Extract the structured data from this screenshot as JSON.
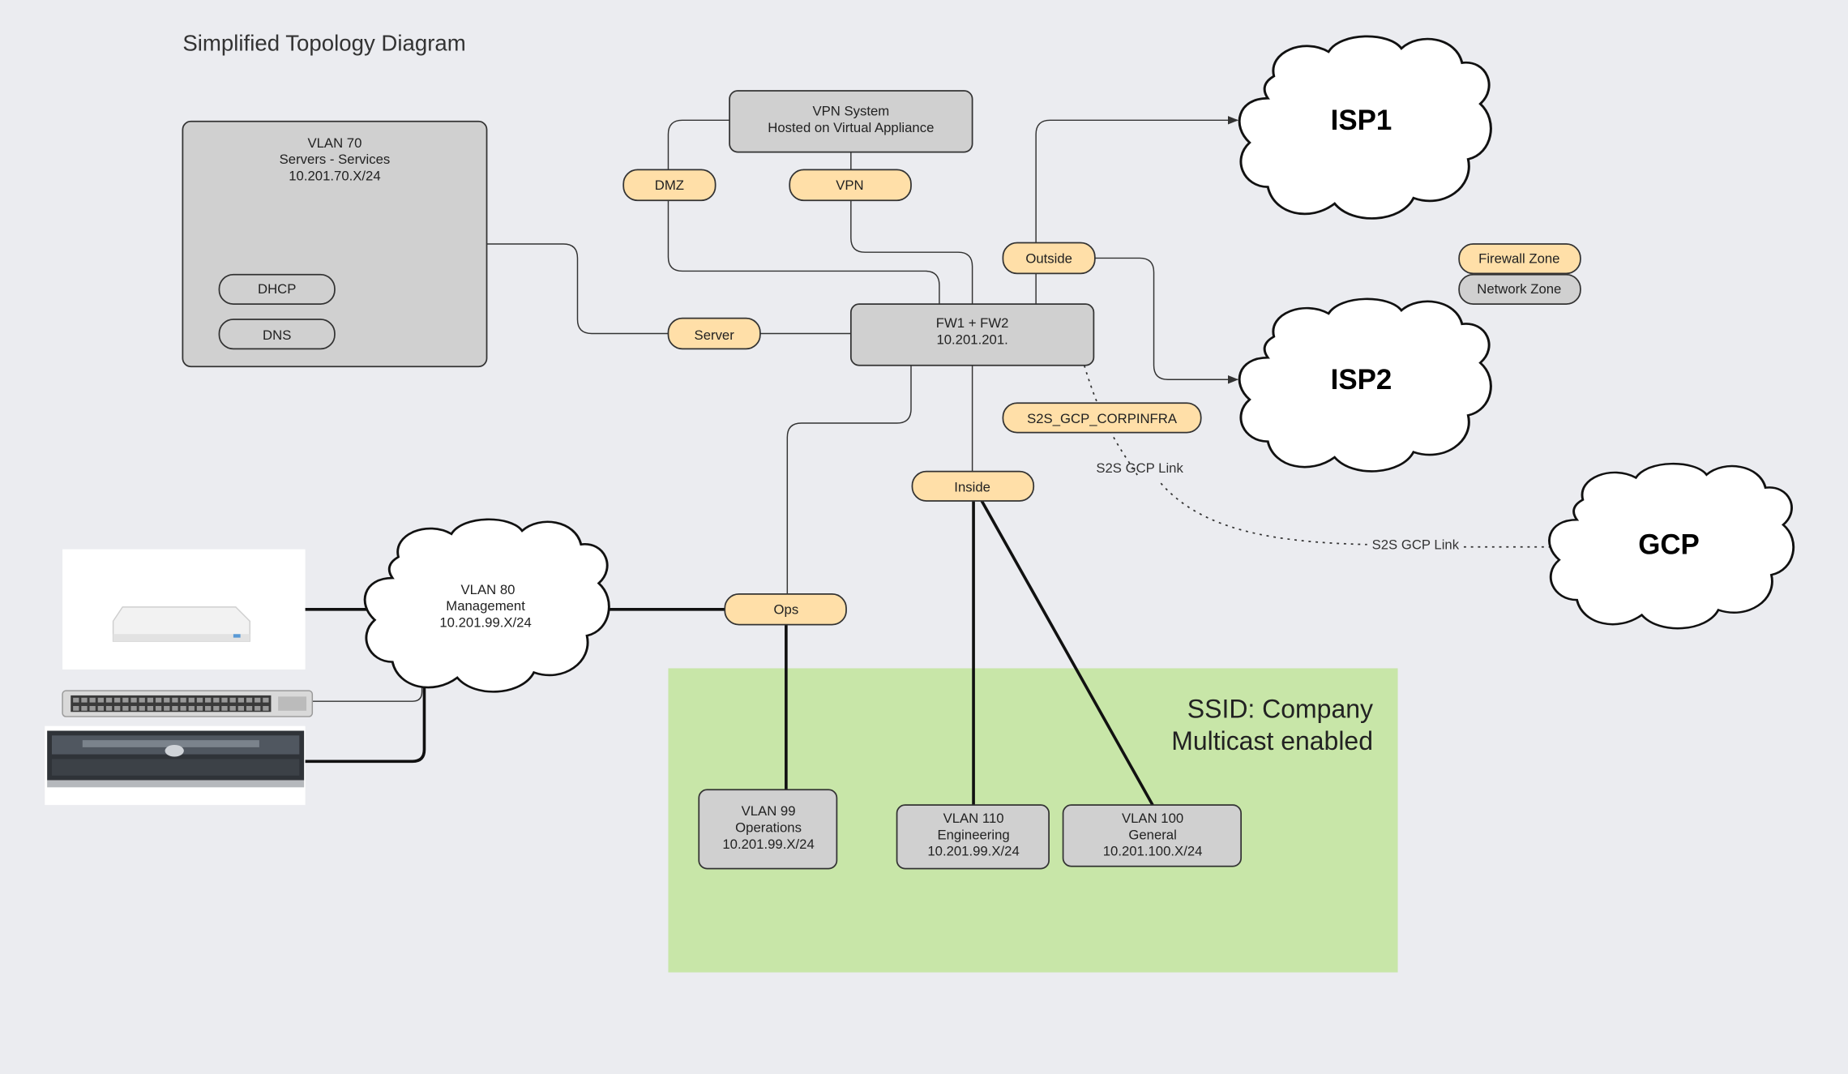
{
  "title": "Simplified Topology Diagram",
  "nodes": {
    "vlan70": {
      "line1": "VLAN 70",
      "line2": "Servers - Services",
      "line3": "10.201.70.X/24"
    },
    "dhcp": "DHCP",
    "dns": "DNS",
    "vpn_system": {
      "line1": "VPN System",
      "line2": "Hosted on Virtual Appliance"
    },
    "fw": {
      "line1": "FW1 + FW2",
      "line2": "10.201.201."
    },
    "vlan80": {
      "line1": "VLAN 80",
      "line2": "Management",
      "line3": "10.201.99.X/24"
    },
    "vlan99": {
      "line1": "VLAN 99",
      "line2": "Operations",
      "line3": "10.201.99.X/24"
    },
    "vlan110": {
      "line1": "VLAN 110",
      "line2": "Engineering",
      "line3": "10.201.99.X/24"
    },
    "vlan100": {
      "line1": "VLAN 100",
      "line2": "General",
      "line3": "10.201.100.X/24"
    }
  },
  "zones": {
    "dmz": "DMZ",
    "vpn": "VPN",
    "outside": "Outside",
    "server": "Server",
    "s2s": "S2S_GCP_CORPINFRA",
    "inside": "Inside",
    "ops": "Ops"
  },
  "clouds": {
    "isp1": "ISP1",
    "isp2": "ISP2",
    "gcp": "GCP"
  },
  "links": {
    "s2s_link_1": "S2S GCP Link",
    "s2s_link_2": "S2S GCP Link"
  },
  "legend": {
    "firewall_zone": "Firewall Zone",
    "network_zone": "Network Zone"
  },
  "ssid": {
    "line1": "SSID: Company",
    "line2": "Multicast enabled"
  },
  "colors": {
    "background": "#ebecf0",
    "zone_fill": "#ffdfa8",
    "network_fill": "#d0d0d0",
    "ssid_fill": "#c8e6a8"
  }
}
